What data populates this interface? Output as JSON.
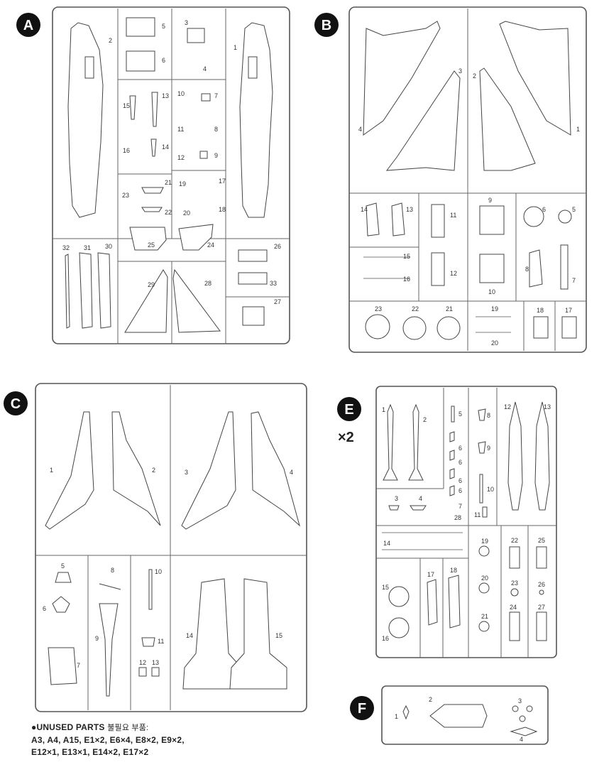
{
  "sprues": [
    {
      "id": "A",
      "labels": [
        "1",
        "2",
        "3",
        "4",
        "5",
        "6",
        "7",
        "8",
        "9",
        "10",
        "11",
        "12",
        "13",
        "14",
        "15",
        "16",
        "17",
        "18",
        "19",
        "20",
        "21",
        "22",
        "23",
        "24",
        "25",
        "26",
        "27",
        "28",
        "29",
        "30",
        "31",
        "32",
        "33"
      ]
    },
    {
      "id": "B",
      "labels": [
        "1",
        "2",
        "3",
        "4",
        "5",
        "6",
        "7",
        "8",
        "9",
        "10",
        "11",
        "12",
        "13",
        "14",
        "15",
        "16",
        "17",
        "18",
        "19",
        "20",
        "21",
        "22",
        "23"
      ]
    },
    {
      "id": "C",
      "labels": [
        "1",
        "2",
        "3",
        "4",
        "5",
        "6",
        "7",
        "8",
        "9",
        "10",
        "11",
        "12",
        "13",
        "14",
        "15"
      ]
    },
    {
      "id": "E",
      "multiplier": "×2",
      "labels": [
        "1",
        "2",
        "3",
        "4",
        "5",
        "6",
        "6",
        "6",
        "6",
        "7",
        "8",
        "9",
        "10",
        "11",
        "12",
        "13",
        "14",
        "15",
        "16",
        "17",
        "18",
        "19",
        "20",
        "21",
        "22",
        "23",
        "24",
        "25",
        "26",
        "27",
        "28"
      ]
    },
    {
      "id": "F",
      "labels": [
        "1",
        "2",
        "3",
        "4"
      ]
    }
  ],
  "unused": {
    "title": "●UNUSED PARTS",
    "title_ko": "불필요 부품:",
    "line1": "A3, A4, A15, E1×2, E6×4, E8×2, E9×2,",
    "line2": "E12×1, E13×1, E14×2, E17×2"
  }
}
